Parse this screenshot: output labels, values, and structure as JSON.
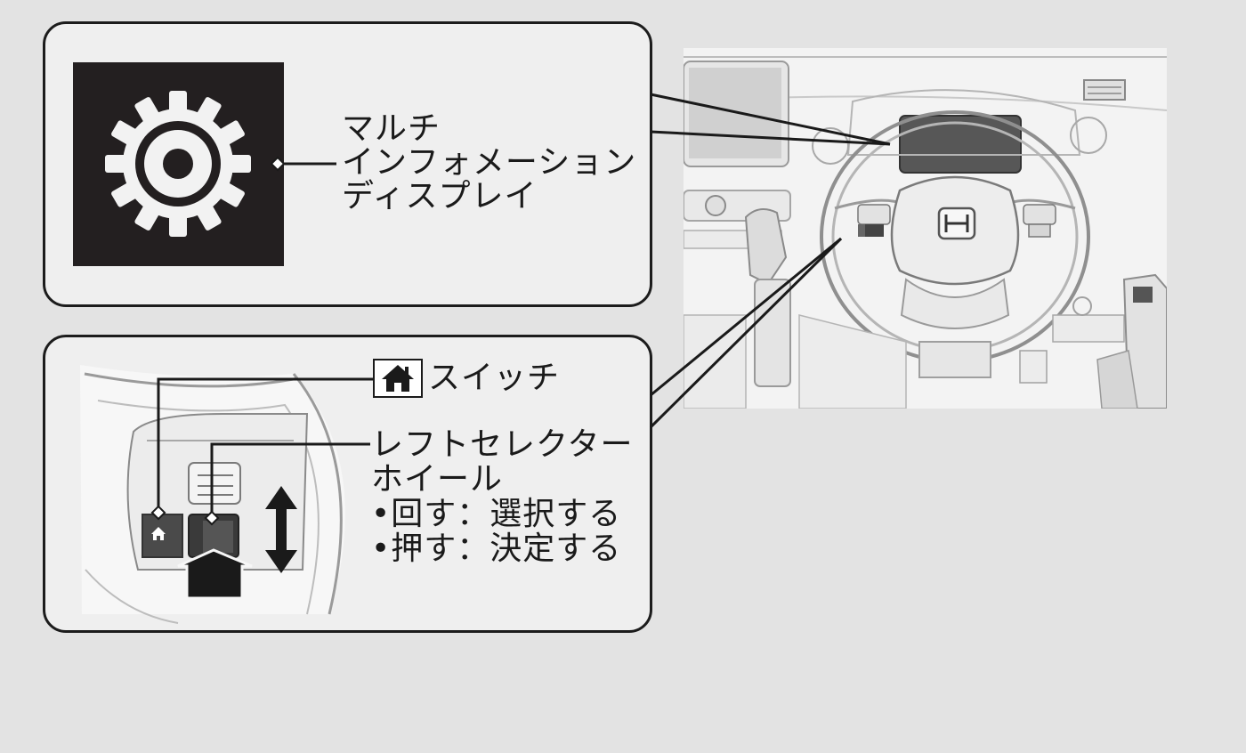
{
  "display_panel": {
    "icon": "gear-icon",
    "label_lines": [
      "マルチ",
      "インフォメーション",
      "ディスプレイ"
    ]
  },
  "control_panel": {
    "switch_icon": "home-icon",
    "switch_label": "スイッチ",
    "wheel_label_lines": [
      "レフトセレクター",
      "ホイール",
      "•回す：選択する",
      "•押す：決定する"
    ]
  },
  "colors": {
    "outline": "#1c1c1c",
    "panel_fill": "#efefef",
    "background": "#e3e3e3",
    "icon_box": "#231f20"
  }
}
